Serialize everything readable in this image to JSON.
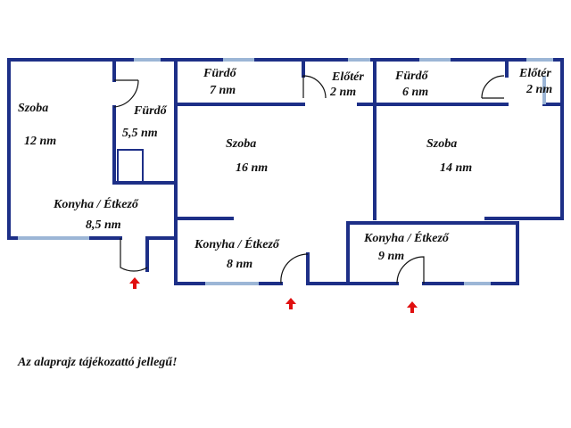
{
  "rooms": {
    "szoba1": {
      "name": "Szoba",
      "area": "12 nm"
    },
    "furdo1": {
      "name": "Fürdő",
      "area": "5,5 nm"
    },
    "konyha1": {
      "name": "Konyha / Étkező",
      "area": "8,5 nm"
    },
    "furdo2": {
      "name": "Fürdő",
      "area": "7 nm"
    },
    "eloter2": {
      "name": "Előtér",
      "area": "2 nm"
    },
    "szoba2": {
      "name": "Szoba",
      "area": "16 nm"
    },
    "konyha2": {
      "name": "Konyha / Étkező",
      "area": "8 nm"
    },
    "furdo3": {
      "name": "Fürdő",
      "area": "6 nm"
    },
    "eloter3": {
      "name": "Előtér",
      "area": "2 nm"
    },
    "szoba3": {
      "name": "Szoba",
      "area": "14 nm"
    },
    "konyha3": {
      "name": "Konyha / Étkező",
      "area": "9 nm"
    }
  },
  "disclaimer": "Az alaprajz tájékozatt​ó jellegű!",
  "colors": {
    "wall": "#1d2f87",
    "window": "#9cb6d6",
    "entrance_arrow": "#e01010"
  }
}
